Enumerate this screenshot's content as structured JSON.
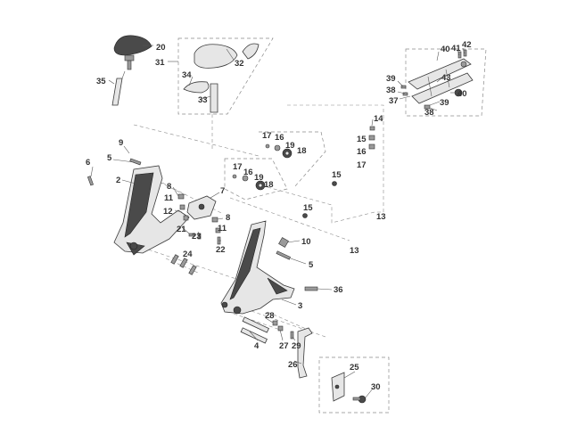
{
  "diagram": {
    "callouts": [
      {
        "id": "c20",
        "text": "20"
      },
      {
        "id": "c31",
        "text": "31"
      },
      {
        "id": "c32",
        "text": "32"
      },
      {
        "id": "c34",
        "text": "34"
      },
      {
        "id": "c33",
        "text": "33"
      },
      {
        "id": "c35",
        "text": "35"
      },
      {
        "id": "c40a",
        "text": "40"
      },
      {
        "id": "c41",
        "text": "41"
      },
      {
        "id": "c42",
        "text": "42"
      },
      {
        "id": "c43",
        "text": "43"
      },
      {
        "id": "c39a",
        "text": "39"
      },
      {
        "id": "c38a",
        "text": "38"
      },
      {
        "id": "c37",
        "text": "37"
      },
      {
        "id": "c39b",
        "text": "39"
      },
      {
        "id": "c40b",
        "text": "40"
      },
      {
        "id": "c38b",
        "text": "38"
      },
      {
        "id": "c14",
        "text": "14"
      },
      {
        "id": "c15a",
        "text": "15"
      },
      {
        "id": "c16a",
        "text": "16"
      },
      {
        "id": "c17a",
        "text": "17"
      },
      {
        "id": "c17b",
        "text": "17"
      },
      {
        "id": "c16b",
        "text": "16"
      },
      {
        "id": "c19a",
        "text": "19"
      },
      {
        "id": "c18a",
        "text": "18"
      },
      {
        "id": "c17c",
        "text": "17"
      },
      {
        "id": "c16c",
        "text": "16"
      },
      {
        "id": "c19b",
        "text": "19"
      },
      {
        "id": "c18b",
        "text": "18"
      },
      {
        "id": "c15b",
        "text": "15"
      },
      {
        "id": "c15c",
        "text": "15"
      },
      {
        "id": "c13a",
        "text": "13"
      },
      {
        "id": "c13b",
        "text": "13"
      },
      {
        "id": "c9",
        "text": "9"
      },
      {
        "id": "c6",
        "text": "6"
      },
      {
        "id": "c5a",
        "text": "5"
      },
      {
        "id": "c2",
        "text": "2"
      },
      {
        "id": "c8a",
        "text": "8"
      },
      {
        "id": "c11a",
        "text": "11"
      },
      {
        "id": "c7",
        "text": "7"
      },
      {
        "id": "c12",
        "text": "12"
      },
      {
        "id": "c8b",
        "text": "8"
      },
      {
        "id": "c21",
        "text": "21"
      },
      {
        "id": "c23",
        "text": "23"
      },
      {
        "id": "c11b",
        "text": "11"
      },
      {
        "id": "c22",
        "text": "22"
      },
      {
        "id": "c24",
        "text": "24"
      },
      {
        "id": "c10",
        "text": "10"
      },
      {
        "id": "c5b",
        "text": "5"
      },
      {
        "id": "c36",
        "text": "36"
      },
      {
        "id": "c3",
        "text": "3"
      },
      {
        "id": "c28",
        "text": "28"
      },
      {
        "id": "c4",
        "text": "4"
      },
      {
        "id": "c27",
        "text": "27"
      },
      {
        "id": "c29",
        "text": "29"
      },
      {
        "id": "c26",
        "text": "26"
      },
      {
        "id": "c25",
        "text": "25"
      },
      {
        "id": "c30",
        "text": "30"
      }
    ]
  }
}
